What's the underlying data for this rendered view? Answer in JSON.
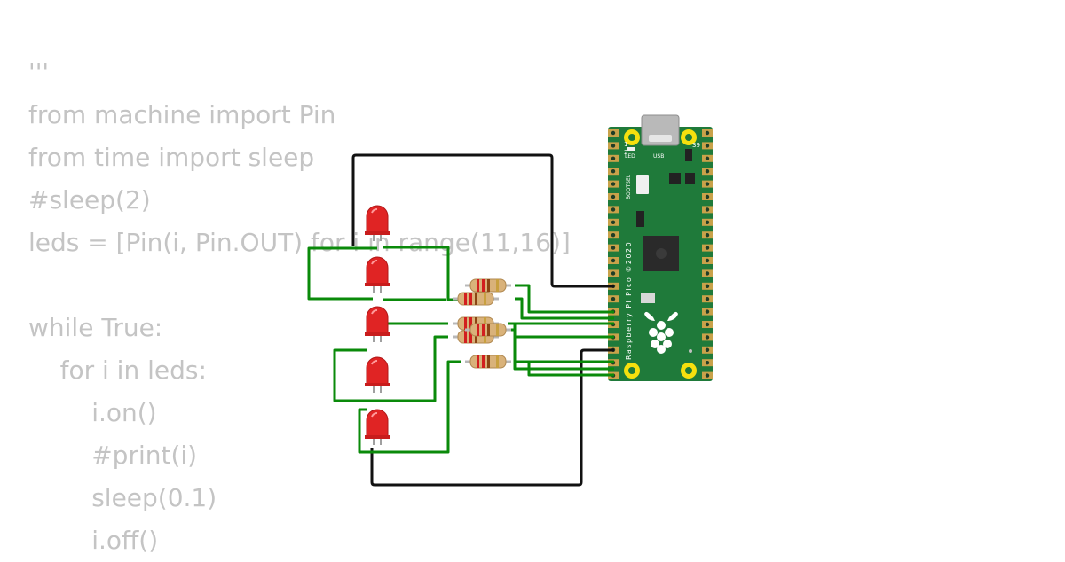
{
  "code": {
    "lines": [
      "'''",
      "from machine import Pin",
      "from time import sleep",
      "#sleep(2)",
      "leds = [Pin(i, Pin.OUT) for i in range(11,16)]",
      "",
      "while True:",
      "    for i in leds:",
      "        i.on()",
      "        #print(i)",
      "        sleep(0.1)",
      "        i.off()"
    ]
  },
  "board": {
    "name": "Raspberry Pi Pico ©2020",
    "led_label": "LED",
    "usb_label": "USB",
    "bootsel_label": "BOOTSEL",
    "pin_1": "1",
    "pin_2": "2",
    "pin_39": "39",
    "color": "#1f7a3a"
  },
  "colors": {
    "wire_green": "#0a8a0a",
    "wire_black": "#111111",
    "led_red": "#e02424",
    "code_text": "#c4c4c4"
  }
}
